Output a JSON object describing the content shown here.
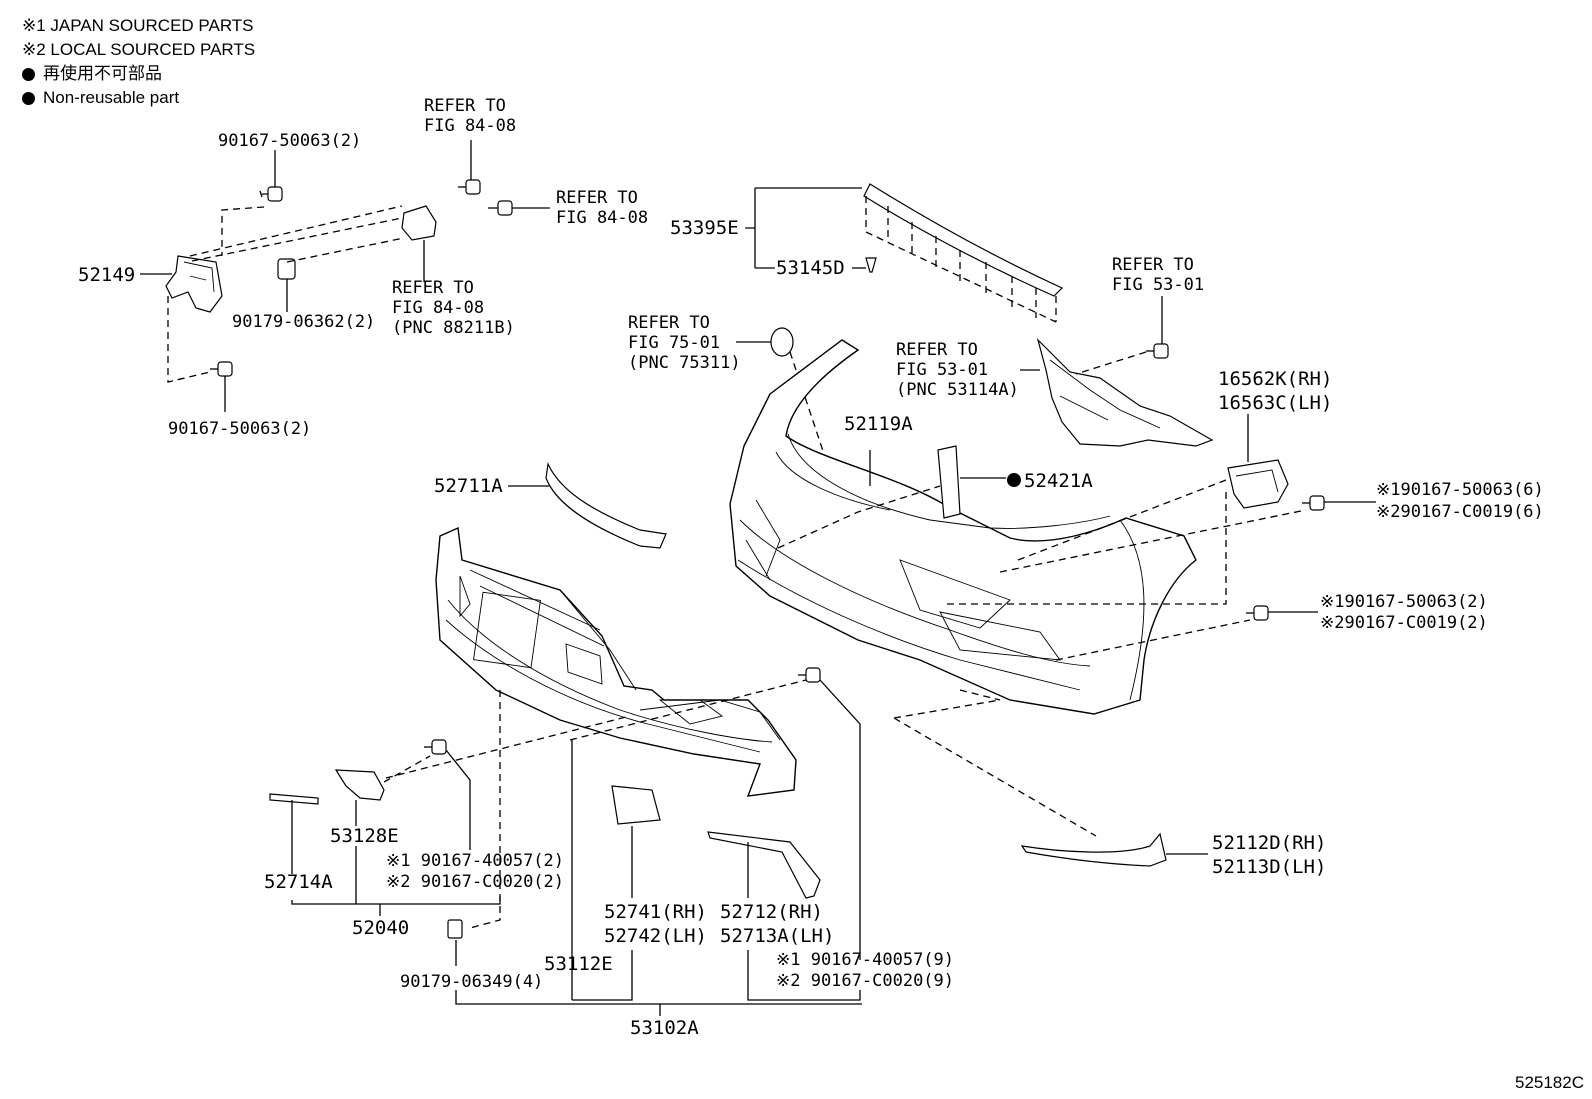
{
  "legend": {
    "japan": "※1 JAPAN SOURCED PARTS",
    "local": "※2 LOCAL SOURCED PARTS",
    "non_reuse_jp": "再使用不可部品",
    "non_reuse_en": "Non-reusable part"
  },
  "labels": {
    "p90167_top": "90167-50063(2)",
    "refer_top_1": "REFER TO",
    "refer_top_2": "FIG 84-08",
    "refer_right_1": "REFER TO",
    "refer_right_2": "FIG 84-08",
    "p52149": "52149",
    "p90179_a": "90179-06362(2)",
    "refer_mid_1": "REFER TO",
    "refer_mid_2": "FIG 84-08",
    "refer_mid_3": "(PNC 88211B)",
    "p90167_bot": "90167-50063(2)",
    "p53395E": "53395E",
    "p53145D": "53145D",
    "refer_53_1": "REFER TO",
    "refer_53_2": "FIG 53-01",
    "refer_75_1": "REFER TO",
    "refer_75_2": "FIG 75-01",
    "refer_75_3": "(PNC 75311)",
    "refer_531_1": "REFER TO",
    "refer_531_2": "FIG 53-01",
    "refer_531_3": "(PNC 53114A)",
    "p16562K": "16562K(RH)",
    "p16563C": "16563C(LH)",
    "p52119A": "52119A",
    "p52421A": "52421A",
    "p52711A": "52711A",
    "fast_6_a": "※190167-50063(6)",
    "fast_6_b": "※290167-C0019(6)",
    "fast_2_a": "※190167-50063(2)",
    "fast_2_b": "※290167-C0019(2)",
    "p53128E": "53128E",
    "fast_l_a": "※1 90167-40057(2)",
    "fast_l_b": "※2 90167-C0020(2)",
    "p52714A": "52714A",
    "p52040": "52040",
    "p90179_b": "90179-06349(4)",
    "p53112E": "53112E",
    "p52741": "52741(RH)",
    "p52742": "52742(LH)",
    "p52712": "52712(RH)",
    "p52713A": "52713A(LH)",
    "fast_9_a": "※1 90167-40057(9)",
    "fast_9_b": "※2 90167-C0020(9)",
    "p53102A": "53102A",
    "p52112D": "52112D(RH)",
    "p52113D": "52113D(LH)"
  },
  "figure_id": "525182C"
}
